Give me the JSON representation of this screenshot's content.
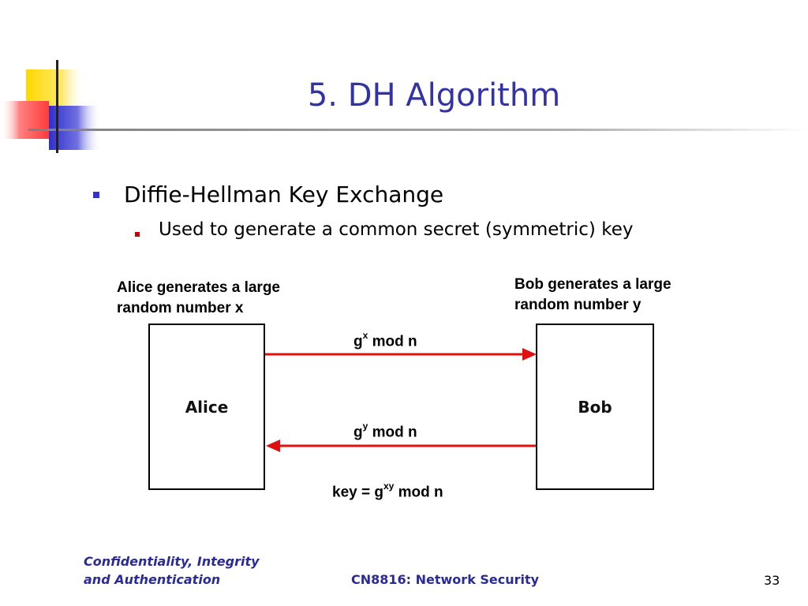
{
  "slide": {
    "title": "5. DH Algorithm",
    "bullet_1": "Diffie-Hellman Key Exchange",
    "bullet_2": "Used to generate a common secret (symmetric) key"
  },
  "diagram": {
    "alice_note_line1": "Alice generates a large",
    "alice_note_line2": "random number x",
    "bob_note_line1": "Bob generates a large",
    "bob_note_line2": "random number y",
    "alice_label": "Alice",
    "bob_label": "Bob",
    "msg1": {
      "base": "g",
      "exp": "x",
      "rest": " mod n"
    },
    "msg2": {
      "base": "g",
      "exp": "y",
      "rest": " mod n"
    },
    "key": {
      "base": "key = g",
      "exp": "xy",
      "rest": " mod n"
    },
    "arrow_color": "#e01010"
  },
  "footer": {
    "left_line1": "Confidentiality, Integrity",
    "left_line2": "and Authentication",
    "center": "CN8816: Network Security",
    "page_number": "33"
  },
  "colors": {
    "title": "#3333a8",
    "footer_text": "#2a2a99",
    "deco_yellow": "#ffd700",
    "deco_red": "#ff5050",
    "deco_blue": "#3333cc"
  }
}
